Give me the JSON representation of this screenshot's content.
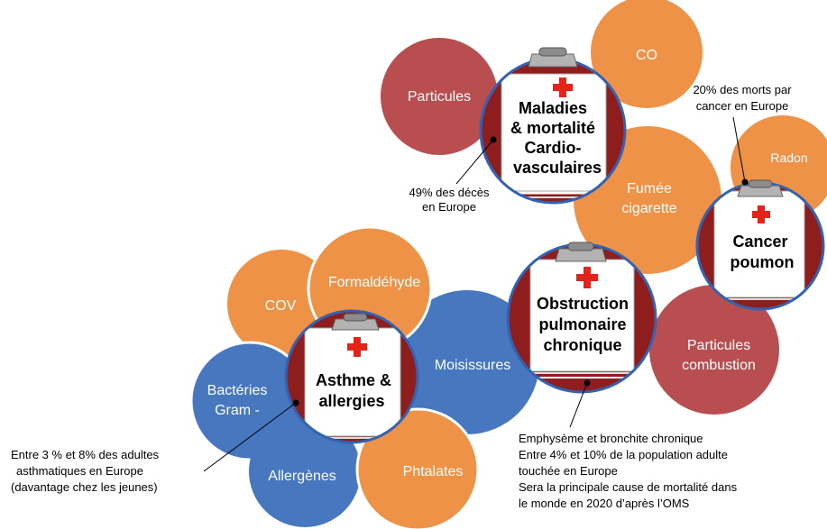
{
  "colors": {
    "orange": "#ee9248",
    "red": "#b84e50",
    "blue": "#4677bf",
    "dark_red": "#8e1d1d",
    "ring_blue": "#3262b1",
    "cross_red": "#e5231b"
  },
  "pollutants": {
    "particules": "Particules",
    "co": "CO",
    "radon": "Radon",
    "fumee": [
      "Fumée",
      "cigarette"
    ],
    "particules_combustion": [
      "Particules",
      "combustion"
    ],
    "cov": "COV",
    "formaldehyde": "Formaldéhyde",
    "moisissures": "Moisissures",
    "bacteries": [
      "Bactéries",
      "Gram -"
    ],
    "allergenes": "Allergènes",
    "phtalates": "Phtalates"
  },
  "diseases": {
    "cardio": [
      "Maladies",
      "& mortalité",
      "Cardio-",
      "vasculaires"
    ],
    "cancer": [
      "Cancer",
      "poumon"
    ],
    "bpco": [
      "Obstruction",
      "pulmonaire",
      "chronique"
    ],
    "asthme": [
      "Asthme &",
      "allergies"
    ]
  },
  "annotations": {
    "cardio": [
      "49% des décès",
      "en Europe"
    ],
    "cancer": [
      "20% des morts par",
      "cancer en Europe"
    ],
    "asthme": [
      "Entre 3 % et 8% des adultes",
      "asthmatiques en Europe",
      "(davantage chez les jeunes)"
    ],
    "bpco": [
      "Emphysème et bronchite chronique",
      "Entre 4% et 10% de la population adulte",
      "touchée en Europe",
      "Sera la principale cause de mortalité dans",
      "le monde en 2020 d’après l’OMS"
    ]
  }
}
